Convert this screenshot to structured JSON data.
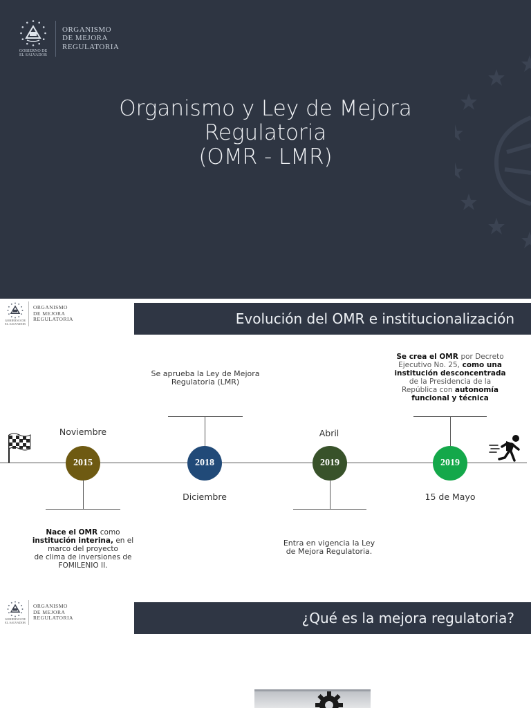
{
  "slide1": {
    "logo": {
      "org_name_lines": [
        "ORGANISMO",
        "DE MEJORA",
        "REGULATORIA"
      ],
      "seal_caption_lines": [
        "GOBIERNO DE",
        "EL SALVADOR"
      ],
      "seal_icon": "el-salvador-coat-of-arms-icon"
    },
    "title_lines": [
      "Organismo y Ley de Mejora",
      "Regulatoria",
      "(OMR - LMR)"
    ],
    "background_color": "#2e3542"
  },
  "slide2": {
    "logo": {
      "org_name_lines": [
        "ORGANISMO",
        "DE MEJORA",
        "REGULATORIA"
      ],
      "seal_caption_lines": [
        "GOBIERNO DE",
        "EL SALVADOR"
      ]
    },
    "banner_title": "Evolución del OMR e institucionalización",
    "start_icon": "checkered-flag-icon",
    "end_icon": "running-person-icon",
    "milestones": [
      {
        "year": "2015",
        "color": "#6e5a12",
        "month": "Noviembre",
        "description": [
          [
            {
              "t": "Nace el OMR ",
              "s": "em"
            },
            {
              "t": "como",
              "s": ""
            }
          ],
          [
            {
              "t": "institución interina,",
              "s": "em"
            },
            {
              "t": " en el",
              "s": ""
            }
          ],
          [
            {
              "t": "marco del proyecto",
              "s": ""
            }
          ],
          [
            {
              "t": "de clima de inversiones de",
              "s": ""
            }
          ],
          [
            {
              "t": "FOMILENIO II.",
              "s": ""
            }
          ]
        ]
      },
      {
        "year": "2018",
        "color": "#214a78",
        "month": "Diciembre",
        "description": [
          [
            {
              "t": "Se aprueba la Ley de Mejora",
              "s": ""
            }
          ],
          [
            {
              "t": "Regulatoria (LMR)",
              "s": ""
            }
          ]
        ]
      },
      {
        "year": "2019",
        "color": "#38522a",
        "month": "Abril",
        "description": [
          [
            {
              "t": "Entra en vigencia la Ley",
              "s": ""
            }
          ],
          [
            {
              "t": "de Mejora Regulatoria.",
              "s": ""
            }
          ]
        ]
      },
      {
        "year": "2019",
        "color": "#14a84a",
        "month": "15 de Mayo",
        "description": [
          [
            {
              "t": "Se crea el OMR ",
              "s": "em"
            },
            {
              "t": "por Decreto",
              "s": "lt"
            }
          ],
          [
            {
              "t": "Ejecutivo No. 25,",
              "s": "lt"
            },
            {
              "t": " como una",
              "s": "em"
            }
          ],
          [
            {
              "t": "institución desconcentrada",
              "s": "em"
            }
          ],
          [
            {
              "t": "de la Presidencia de la",
              "s": "lt"
            }
          ],
          [
            {
              "t": "República con ",
              "s": "lt"
            },
            {
              "t": "autonomía",
              "s": "em"
            }
          ],
          [
            {
              "t": "funcional y técnica",
              "s": "em"
            }
          ]
        ]
      }
    ]
  },
  "slide3": {
    "logo": {
      "org_name_lines": [
        "ORGANISMO",
        "DE MEJORA",
        "REGULATORIA"
      ],
      "seal_caption_lines": [
        "GOBIERNO DE",
        "EL SALVADOR"
      ]
    },
    "banner_title": "¿Qué es la mejora regulatoria?",
    "image_icon": "gear-icon"
  }
}
